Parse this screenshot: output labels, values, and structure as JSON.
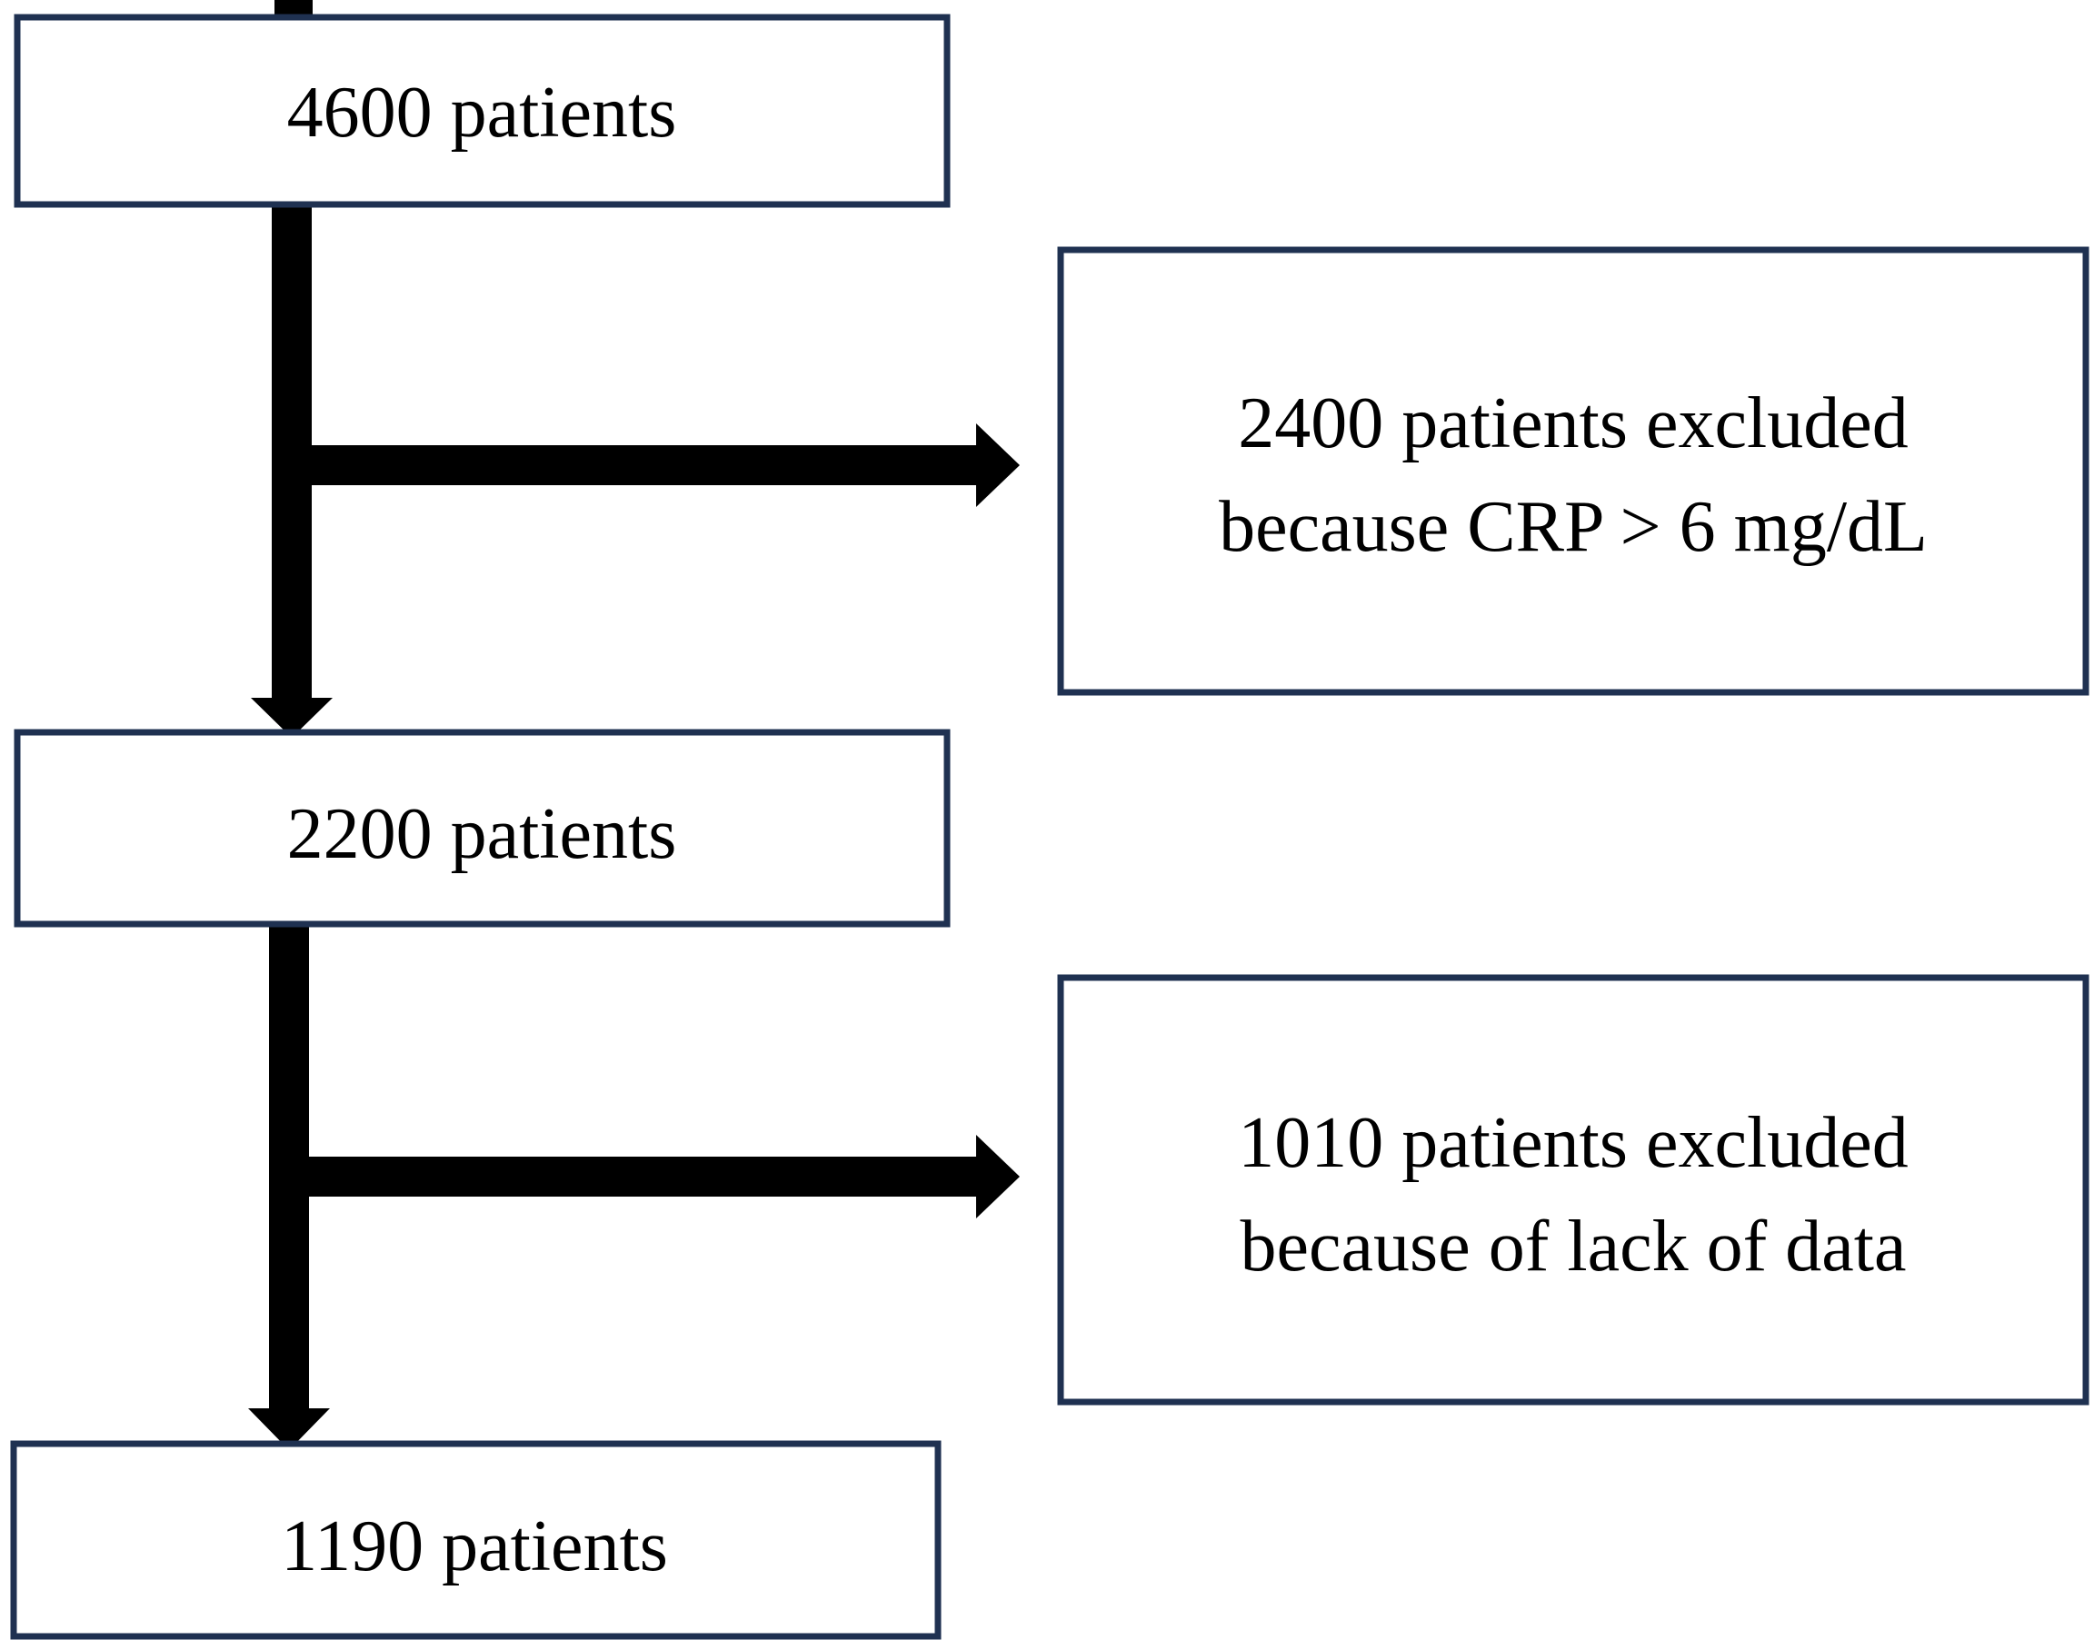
{
  "flowchart": {
    "boxes": {
      "start": {
        "lines": [
          "4600 patients"
        ]
      },
      "exclusion_1": {
        "lines": [
          "2400 patients excluded",
          "because CRP > 6 mg/dL"
        ]
      },
      "middle": {
        "lines": [
          "2200 patients"
        ]
      },
      "exclusion_2": {
        "lines": [
          "1010 patients excluded",
          "because of lack of data"
        ]
      },
      "final": {
        "lines": [
          "1190 patients"
        ]
      }
    },
    "colors": {
      "box_border": "#1f3151",
      "arrow": "#000000",
      "text": "#000000",
      "background": "#ffffff"
    }
  }
}
